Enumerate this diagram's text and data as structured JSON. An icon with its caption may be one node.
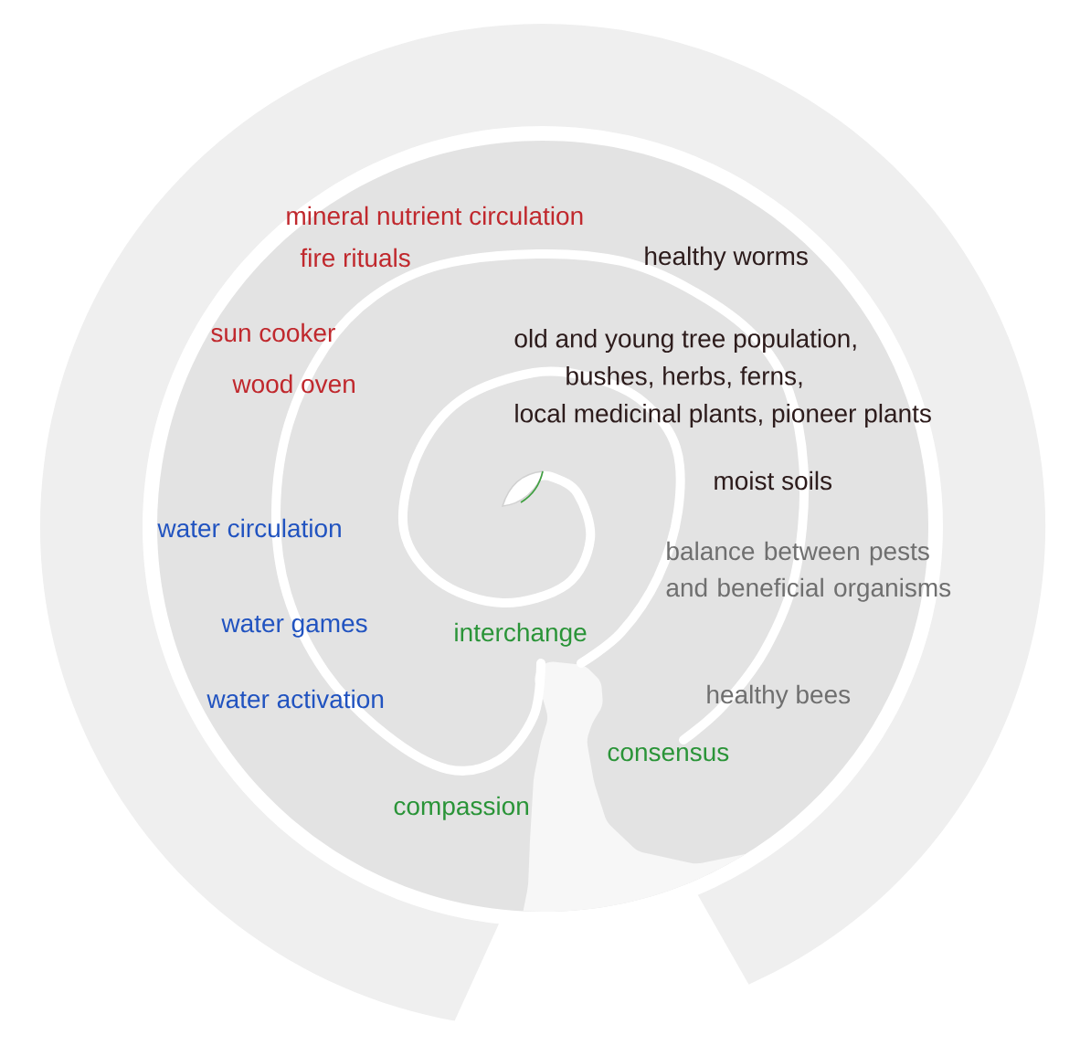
{
  "diagram": {
    "labels": [
      "mineral nutrient circulation",
      "fire rituals",
      "healthy worms",
      "sun cooker",
      "old and young tree population, bushes, herbs, ferns, local medicinal plants, pioneer plants",
      "wood oven",
      "moist soils",
      "water circulation",
      "balance between pests and beneficial organisms",
      "water games",
      "interchange",
      "water activation",
      "healthy bees",
      "consensus",
      "compassion"
    ]
  }
}
